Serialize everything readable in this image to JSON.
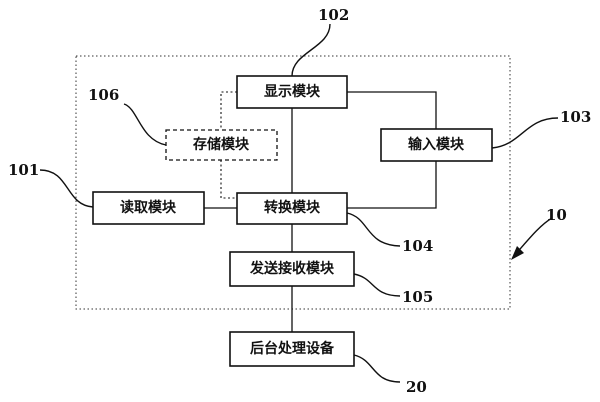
{
  "modules": {
    "display": "显示模块",
    "storage": "存储模块",
    "input": "输入模块",
    "read": "读取模块",
    "convert": "转换模块",
    "send_receive": "发送接收模块",
    "backend": "后台处理设备"
  },
  "refs": {
    "display": "102",
    "storage": "106",
    "input": "103",
    "read": "101",
    "convert": "104",
    "send_receive": "105",
    "backend": "20",
    "device": "10"
  }
}
